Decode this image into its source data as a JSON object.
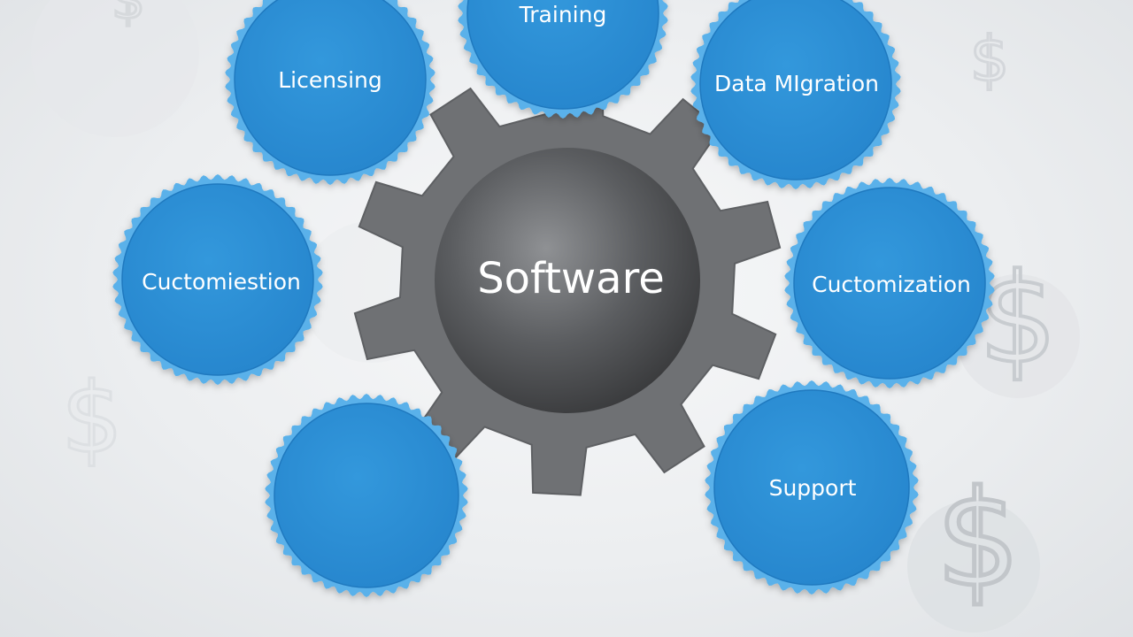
{
  "diagram": {
    "center": {
      "label": "Software"
    },
    "nodes": [
      {
        "id": "training",
        "label": "Training"
      },
      {
        "id": "licensing",
        "label": "Licensing"
      },
      {
        "id": "data-migration",
        "label": "Data MIgration"
      },
      {
        "id": "customization-left",
        "label": "Cuctomiestion"
      },
      {
        "id": "customization-right",
        "label": "Cuctomization"
      },
      {
        "id": "unlabeled",
        "label": ""
      },
      {
        "id": "support",
        "label": "Support"
      }
    ],
    "background_symbols": [
      "$",
      "$",
      "$",
      "$",
      "$"
    ]
  },
  "colors": {
    "node_fill": "#2f90d6",
    "node_edge": "#5ab1ea",
    "gear_fill": "#6f7174",
    "hub_dark": "#3c3d3f",
    "hub_light": "#8a8c8f",
    "symbol": "#cfd3d7"
  }
}
